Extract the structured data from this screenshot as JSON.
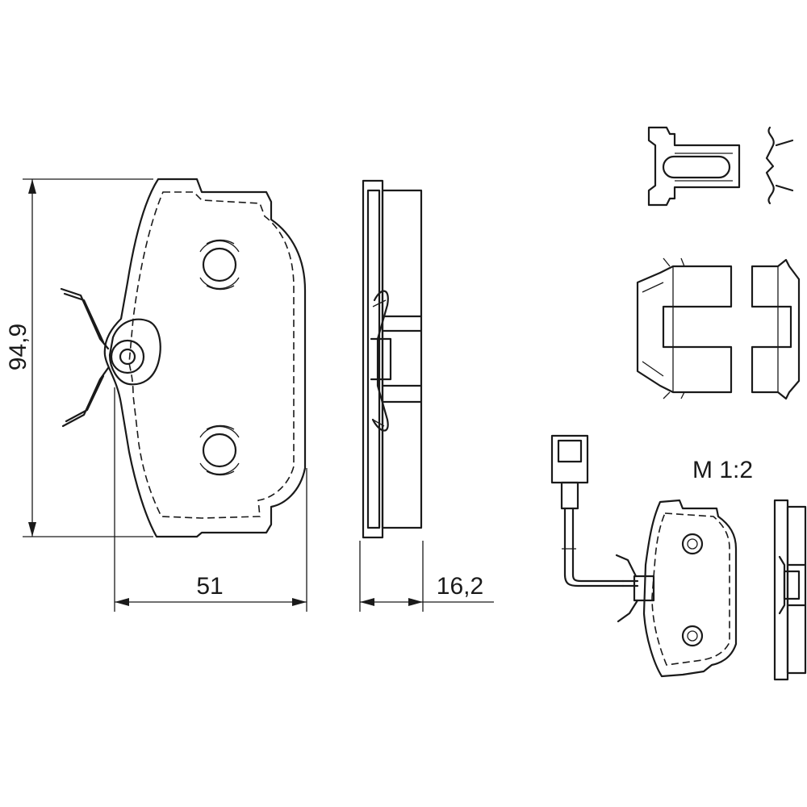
{
  "dimensions": {
    "height": "94,9",
    "width": "51",
    "thickness": "16,2"
  },
  "scale": "M 1:2"
}
